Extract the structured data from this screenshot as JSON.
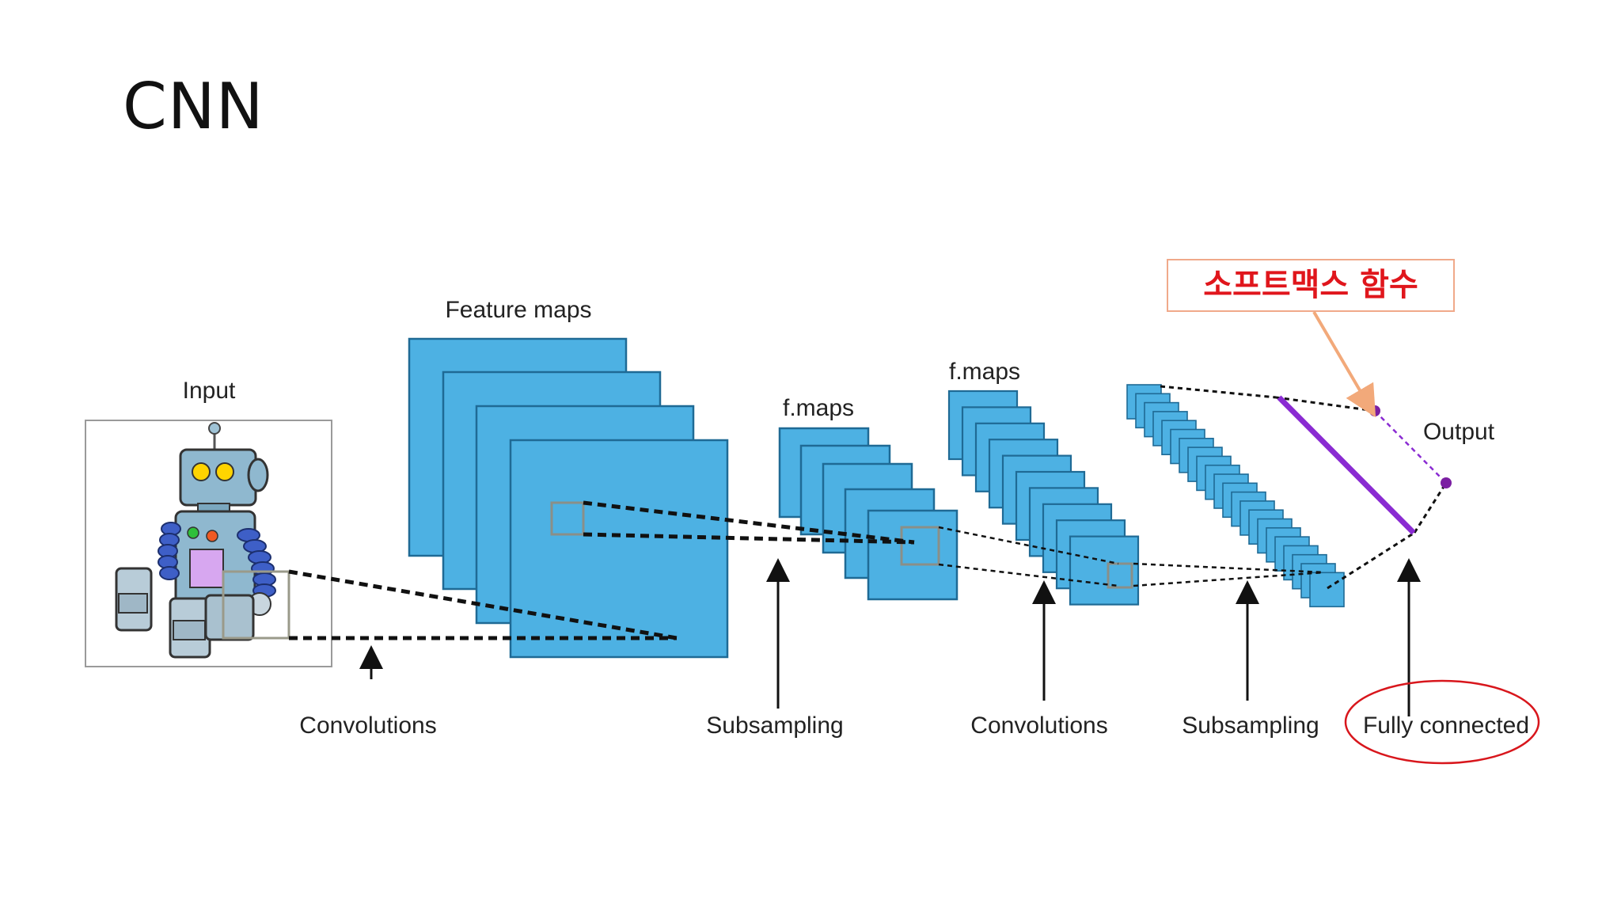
{
  "slide": {
    "title": "CNN"
  },
  "diagram": {
    "labels": {
      "input": "Input",
      "feature_maps": "Feature maps",
      "fmaps_1": "f.maps",
      "fmaps_2": "f.maps",
      "output": "Output"
    },
    "stages": [
      "Convolutions",
      "Subsampling",
      "Convolutions",
      "Subsampling",
      "Fully connected"
    ],
    "annotation": {
      "text": "소프트맥스 함수"
    },
    "colors": {
      "map_fill": "#4db1e3",
      "map_stroke": "#1f6a95",
      "fc_line": "#8a2bd2",
      "node": "#7b1fa2",
      "annotation_red": "#e0161c",
      "annotation_arrow": "#f2a97a"
    },
    "icons": {
      "input_image": "robot-icon"
    }
  }
}
